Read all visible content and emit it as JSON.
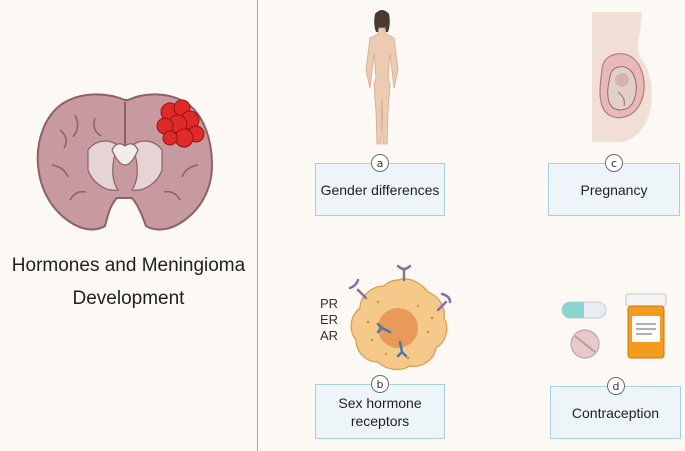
{
  "title": {
    "line1": "Hormones and Meningioma",
    "line2": "Development"
  },
  "panels": [
    {
      "badge": "a",
      "label": "Gender differences"
    },
    {
      "badge": "b",
      "label": "Sex hormone receptors"
    },
    {
      "badge": "c",
      "label": "Pregnancy"
    },
    {
      "badge": "d",
      "label": "Contraception"
    }
  ],
  "receptors": [
    "PR",
    "ER",
    "AR"
  ],
  "colors": {
    "divider": "#d9898f",
    "box_border": "#a8cfdc",
    "box_fill": "#eef5f8",
    "tumor": "#e02a2a",
    "brain": "#c79aa0"
  },
  "icons": [
    "brain-tumor-icon",
    "female-figure-icon",
    "pregnancy-icon",
    "hormone-cell-icon",
    "pill-icon",
    "pill-bottle-icon"
  ]
}
